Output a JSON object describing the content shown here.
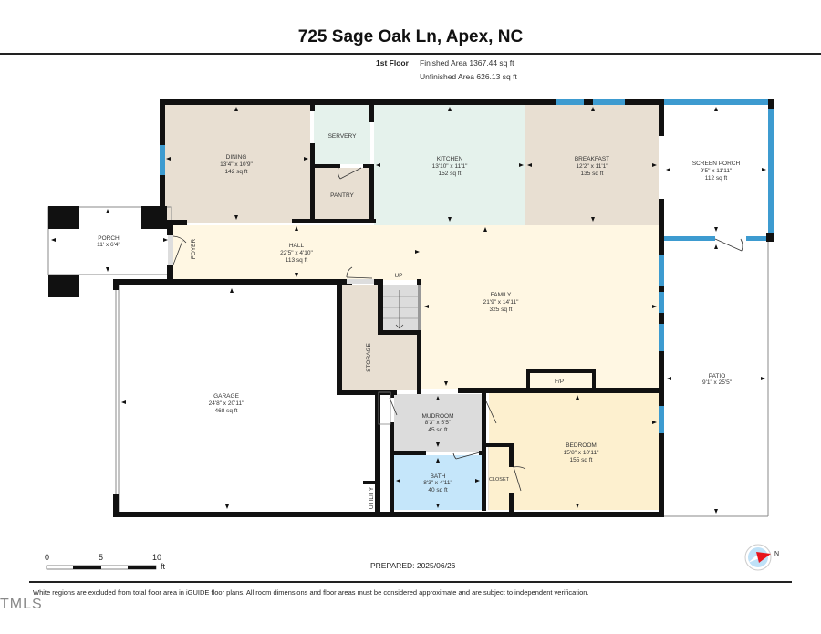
{
  "header": {
    "title": "725 Sage Oak Ln, Apex, NC",
    "floor": "1st Floor",
    "finished_area": "Finished Area 1367.44 sq ft",
    "unfinished_area": "Unfinished Area 626.13 sq ft"
  },
  "rooms": {
    "dining": {
      "name": "DINING",
      "dims": "13'4\" x 10'9\"",
      "area": "142 sq ft"
    },
    "servery": {
      "name": "SERVERY"
    },
    "pantry": {
      "name": "PANTRY"
    },
    "kitchen": {
      "name": "KITCHEN",
      "dims": "13'10\" x 11'1\"",
      "area": "152 sq ft"
    },
    "breakfast": {
      "name": "BREAKFAST",
      "dims": "12'2\" x 11'1\"",
      "area": "135 sq ft"
    },
    "screen_porch": {
      "name": "SCREEN PORCH",
      "dims": "9'5\" x 11'11\"",
      "area": "112 sq ft"
    },
    "porch": {
      "name": "PORCH",
      "dims": "11' x 6'4\""
    },
    "foyer": {
      "name": "FOYER"
    },
    "hall": {
      "name": "HALL",
      "dims": "22'5\" x 4'10\"",
      "area": "113 sq ft"
    },
    "up": {
      "name": "UP"
    },
    "family": {
      "name": "FAMILY",
      "dims": "21'9\" x 14'11\"",
      "area": "325 sq ft"
    },
    "storage": {
      "name": "STORAGE"
    },
    "fp": {
      "name": "F/P"
    },
    "garage": {
      "name": "GARAGE",
      "dims": "24'8\" x 20'11\"",
      "area": "468 sq ft"
    },
    "mudroom": {
      "name": "MUDROOM",
      "dims": "8'3\" x 5'5\"",
      "area": "45 sq ft"
    },
    "bath": {
      "name": "BATH",
      "dims": "8'3\" x 4'11\"",
      "area": "40 sq ft"
    },
    "closet": {
      "name": "CLOSET"
    },
    "utility": {
      "name": "UTILITY"
    },
    "bedroom": {
      "name": "BEDROOM",
      "dims": "15'8\" x 10'11\"",
      "area": "155 sq ft"
    },
    "patio": {
      "name": "PATIO",
      "dims": "9'1\" x 25'5\""
    }
  },
  "colors": {
    "wall": "#111111",
    "window": "#3d9bd0",
    "dining": "#e8dfd2",
    "servery": "#e5f2ec",
    "kitchen": "#e5f2ec",
    "breakfast": "#e8dfd2",
    "hall": "#fff7e3",
    "storage": "#e8dfd2",
    "mudroom": "#dcdcdc",
    "bath": "#c5e6fa",
    "bedroom": "#fdf0cf",
    "compass_fill": "#bfe1f7",
    "compass_needle": "#e8141b"
  },
  "scale_bar": {
    "labels": [
      "0",
      "5",
      "10"
    ],
    "unit": "ft"
  },
  "footer": {
    "prepared": "PREPARED: 2025/06/26",
    "disclaimer": "White regions are excluded from total floor area in iGUIDE floor plans. All room dimensions and floor areas must be considered approximate and are subject to independent verification.",
    "compass_label": "N",
    "watermark": "TMLS"
  }
}
